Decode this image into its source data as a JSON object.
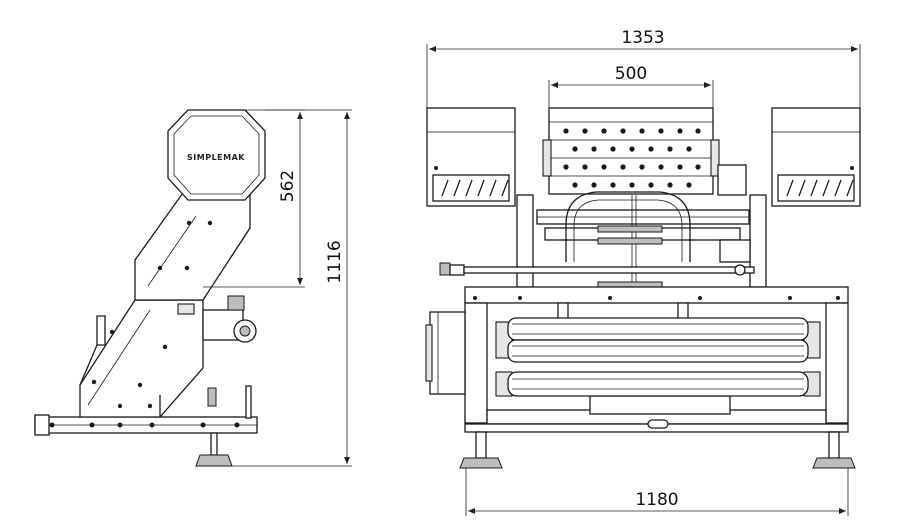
{
  "dimensions": {
    "side_total_height": "1116",
    "side_head_height": "562",
    "front_total_width": "1353",
    "front_head_width": "500",
    "front_base_width": "1180"
  },
  "brand": {
    "logo_text": "SIMPLEMAK"
  }
}
